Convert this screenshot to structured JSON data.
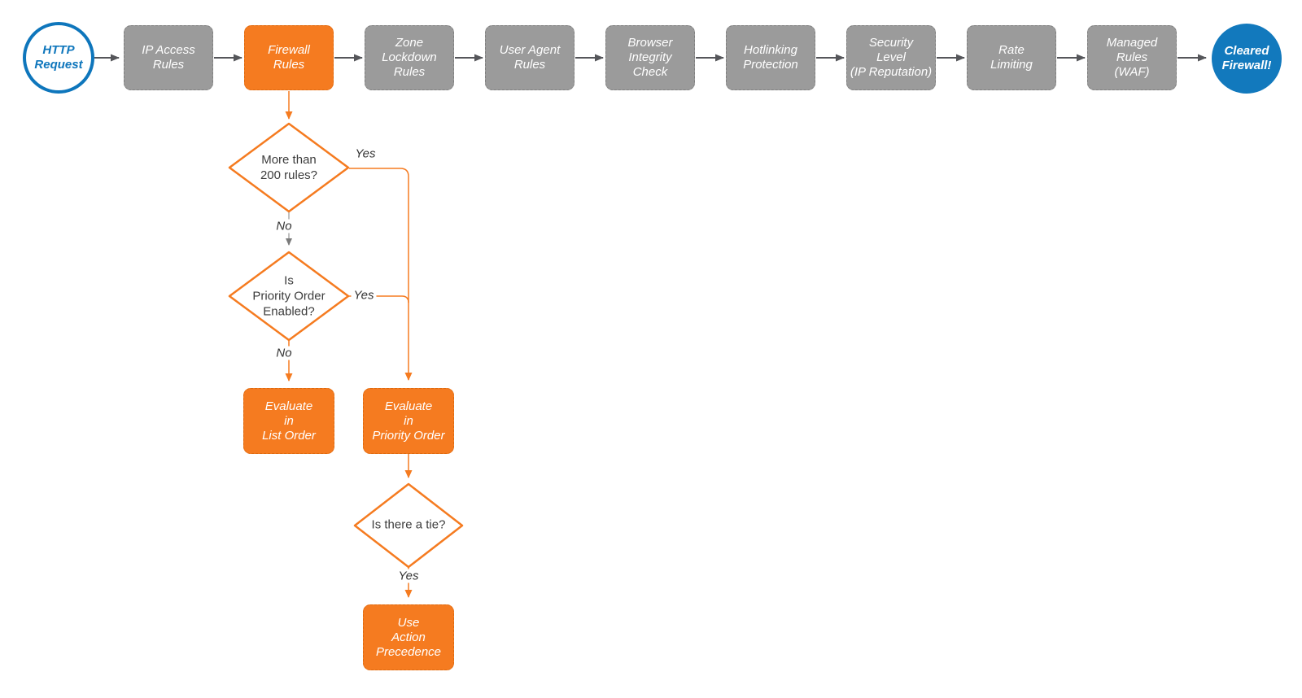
{
  "diagram": {
    "kind": "flowchart",
    "background": "#FFFFFF",
    "colors": {
      "accent_orange": "#F57B20",
      "accent_blue": "#0E76BC",
      "end_circle_fill": "#1279BD",
      "pipeline_gray": "#9B9B9B",
      "arrow_dark": "#55565A",
      "arrow_gray": "#A9A9A9",
      "decision_text": "#3C3C3C"
    },
    "nodes": {
      "start": {
        "label": "HTTP\nRequest",
        "shape": "circle"
      },
      "end": {
        "label": "Cleared\nFirewall!",
        "shape": "circle"
      },
      "pipeline": [
        {
          "label": "IP Access\nRules",
          "highlighted": false
        },
        {
          "label": "Firewall\nRules",
          "highlighted": true
        },
        {
          "label": "Zone\nLockdown\nRules",
          "highlighted": false
        },
        {
          "label": "User Agent\nRules",
          "highlighted": false
        },
        {
          "label": "Browser\nIntegrity\nCheck",
          "highlighted": false
        },
        {
          "label": "Hotlinking\nProtection",
          "highlighted": false
        },
        {
          "label": "Security\nLevel\n(IP Reputation)",
          "highlighted": false
        },
        {
          "label": "Rate\nLimiting",
          "highlighted": false
        },
        {
          "label": "Managed\nRules\n(WAF)",
          "highlighted": false
        }
      ],
      "decisions": [
        {
          "label": "More than\n200 rules?"
        },
        {
          "label": "Is\nPriority Order\nEnabled?"
        },
        {
          "label": "Is there a tie?"
        }
      ],
      "actions": [
        {
          "label": "Evaluate\nin\nList Order"
        },
        {
          "label": "Evaluate\nin\nPriority Order"
        },
        {
          "label": "Use\nAction\nPrecedence"
        }
      ]
    },
    "edge_labels": {
      "decision1_yes": "Yes",
      "decision1_no": "No",
      "decision2_yes": "Yes",
      "decision2_no": "No",
      "decision3_yes": "Yes"
    }
  }
}
